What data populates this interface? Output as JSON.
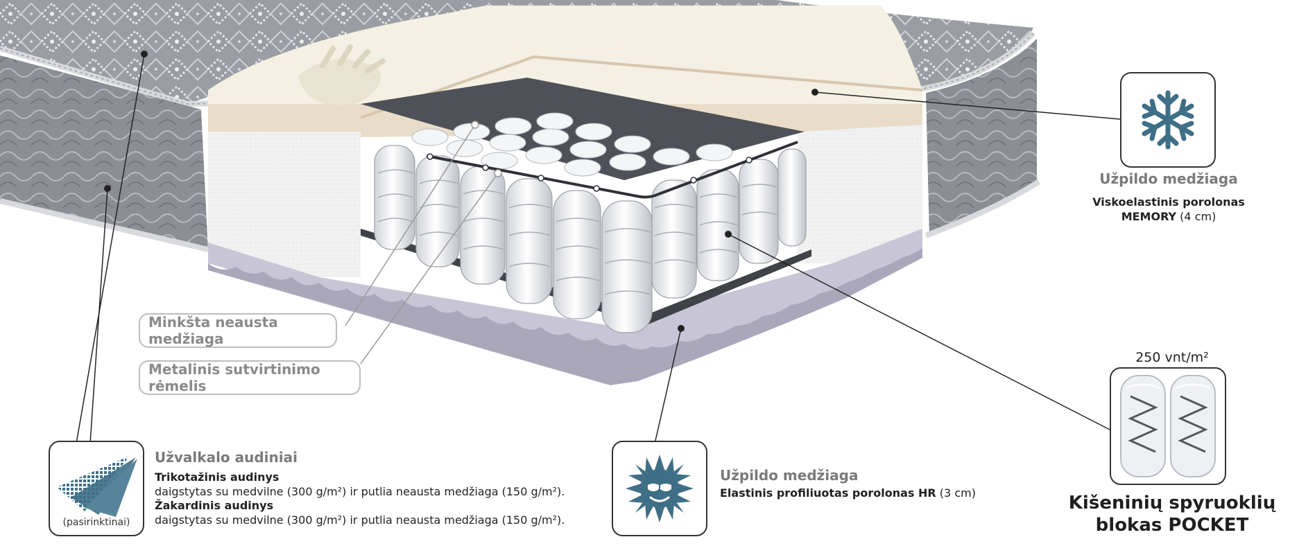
{
  "labels": {
    "soft_nonwoven": "Minkšta neausta medžiaga",
    "metal_frame": "Metalinis sutvirtinimo rėmelis"
  },
  "memory_foam": {
    "heading": "Užpildo medžiaga",
    "line1": "Viskoelastinis porolonas",
    "line2_bold": "MEMORY",
    "line2_rest": " (4 cm)"
  },
  "hr_foam": {
    "heading": "Užpildo medžiaga",
    "line_bold": "Elastinis profiliuotas porolonas HR",
    "line_rest": " (3 cm)"
  },
  "cover": {
    "heading": "Užvalkalo audiniai",
    "knit_title": "Trikotažinis audinys",
    "knit_desc": "daigstytas su medvilne (300 g/m²) ir putlia neausta medžiaga (150 g/m²).",
    "jacquard_title": "Žakardinis audinys",
    "jacquard_desc": "daigstytas su medvilne (300 g/m²) ir putlia neausta medžiaga (150 g/m²).",
    "optional": "(pasirinktinai)"
  },
  "pocket": {
    "density": "250 vnt/m²",
    "title_line1": "Kišeninių spyruoklių",
    "title_line2": "blokas POCKET"
  },
  "icons": {
    "memory": "snowflake-icon",
    "hr": "sun-icon",
    "cover": "fabric-layers-icon",
    "pocket": "pocket-springs-icon"
  },
  "colors": {
    "icon_teal": "#3f6f86",
    "mattress_gray": "#8a8d93",
    "memory_cream": "#f3efe2",
    "hr_lavender": "#c9c7d6"
  }
}
